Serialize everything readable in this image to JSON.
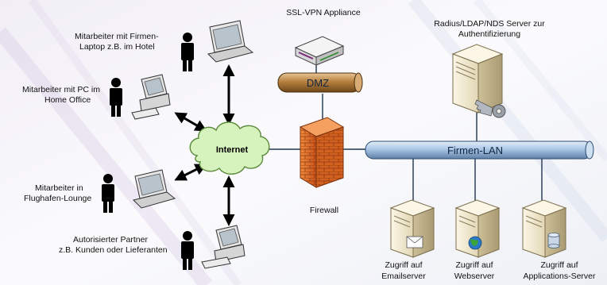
{
  "labels": {
    "ssl_vpn": "SSL-VPN Appliance",
    "radius_line1": "Radius/LDAP/NDS Server zur",
    "radius_line2": "Authentifizierung",
    "dmz": "DMZ",
    "firmen_lan": "Firmen-LAN",
    "internet": "Internet",
    "firewall": "Firewall",
    "hotel_line1": "Mitarbeiter mit Firmen-",
    "hotel_line2": "Laptop z.B. im Hotel",
    "homeoffice_line1": "Mitarbeiter mit PC im",
    "homeoffice_line2": "Home Office",
    "lounge_line1": "Mitarbeiter in",
    "lounge_line2": "Flughafen-Lounge",
    "partner_line1": "Autorisierter Partner",
    "partner_line2": "z.B. Kunden oder Lieferanten",
    "email_line1": "Zugriff auf",
    "email_line2": "Emailserver",
    "web_line1": "Zugriff auf",
    "web_line2": "Webserver",
    "app_line1": "Zugriff auf",
    "app_line2": "Applications-Server"
  },
  "colors": {
    "dmz_bus": "#b07a3c",
    "lan_bus": "#a9c6e6",
    "cloud": "#d7f3bd",
    "firewall": "#e2661f",
    "server": "#f3ecd5"
  }
}
